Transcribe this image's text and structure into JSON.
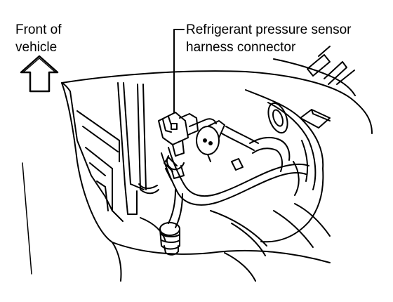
{
  "labels": {
    "front_line1": "Front of",
    "front_line2": "vehicle",
    "connector_line1": "Refrigerant pressure sensor",
    "connector_line2": "harness connector"
  },
  "colors": {
    "ink": "#000000",
    "background": "#ffffff"
  },
  "icons": {
    "direction": "up-arrow-icon"
  }
}
